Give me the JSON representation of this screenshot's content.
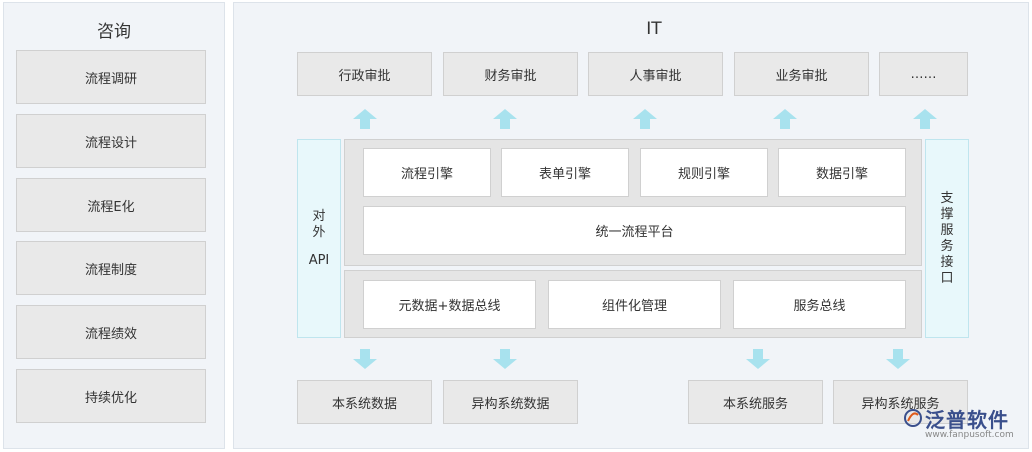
{
  "consult": {
    "title": "咨询",
    "items": [
      "流程调研",
      "流程设计",
      "流程E化",
      "流程制度",
      "流程绩效",
      "持续优化"
    ]
  },
  "it": {
    "title": "IT",
    "top_items": [
      "行政审批",
      "财务审批",
      "人事审批",
      "业务审批",
      "……"
    ],
    "engines": [
      "流程引擎",
      "表单引擎",
      "规则引擎",
      "数据引擎"
    ],
    "platform": "统一流程平台",
    "middle": [
      "元数据+数据总线",
      "组件化管理",
      "服务总线"
    ],
    "left_side": {
      "chars": [
        "对",
        "外"
      ],
      "api": "API"
    },
    "right_side": {
      "chars": [
        "支",
        "撑",
        "服",
        "务",
        "接",
        "口"
      ]
    },
    "bottom_items": [
      "本系统数据",
      "异构系统数据",
      "本系统服务",
      "异构系统服务"
    ]
  },
  "logo": {
    "text": "泛普软件",
    "url": "www.fanpusoft.com"
  },
  "colors": {
    "arrow": "#a8e2ee",
    "side_bg": "#e8f8fb",
    "box_gray": "#e9e9e9"
  }
}
